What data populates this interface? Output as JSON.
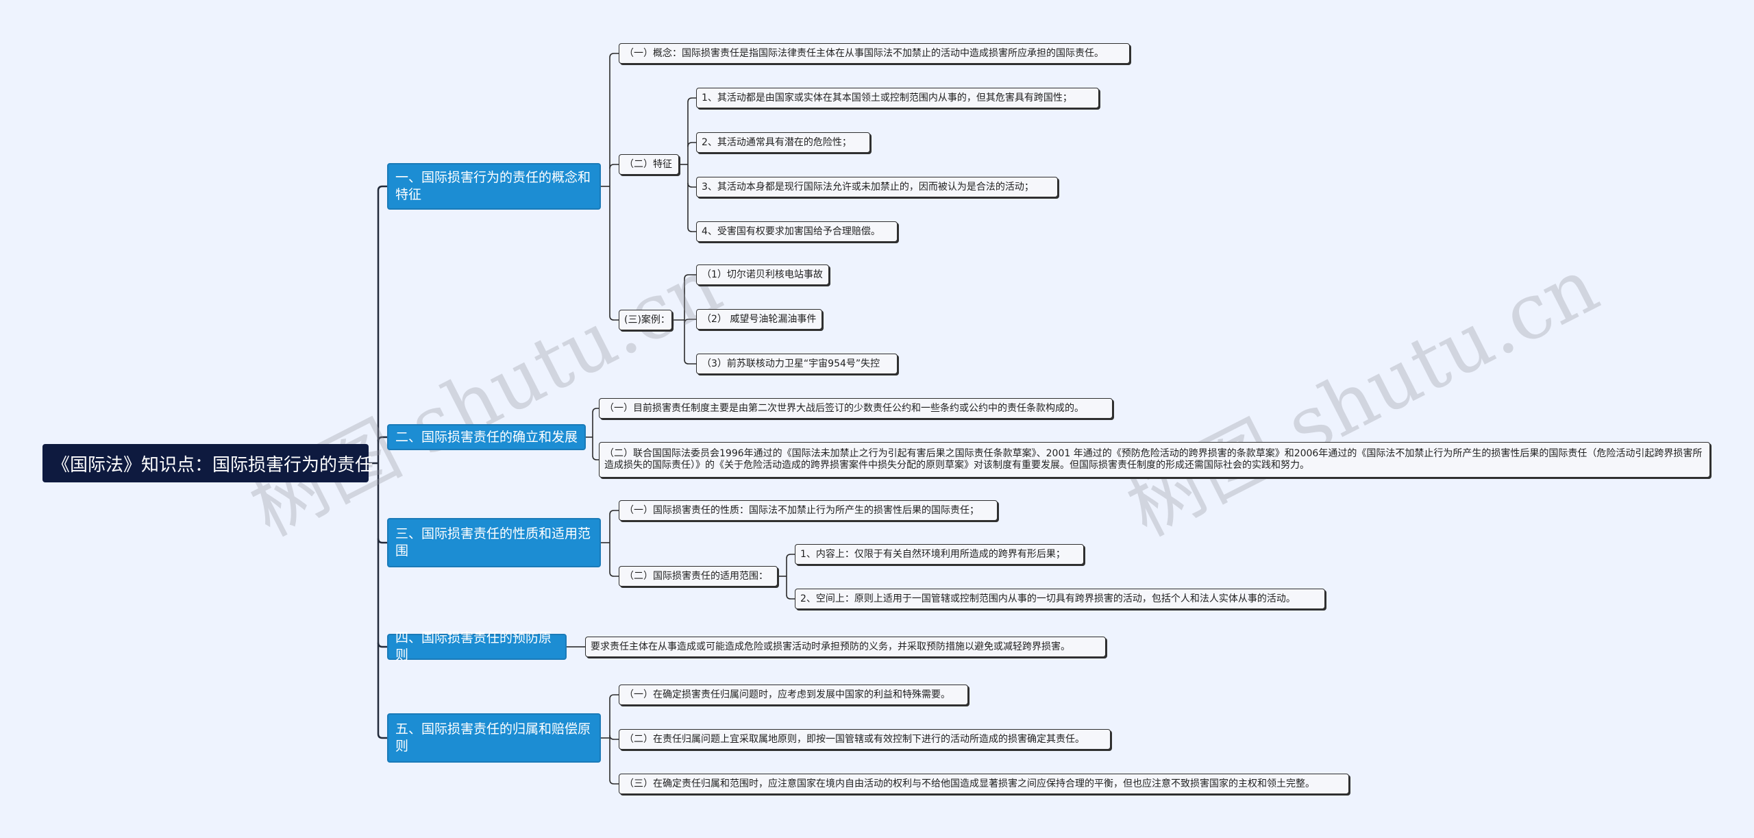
{
  "root": {
    "label": "《国际法》知识点：国际损害行为的责任"
  },
  "watermarks": [
    "树图 shutu.cn",
    "树图 shutu.cn"
  ],
  "branches": [
    {
      "label": "一、国际损害行为的责任的概念和特征",
      "children": [
        {
          "label": "（一）概念：国际损害责任是指国际法律责任主体在从事国际法不加禁止的活动中造成损害所应承担的国际责任。"
        },
        {
          "label": "（二）特征",
          "children": [
            {
              "label": "1、其活动都是由国家或实体在其本国领土或控制范围内从事的，但其危害具有跨国性；"
            },
            {
              "label": "2、其活动通常具有潜在的危险性；"
            },
            {
              "label": "3、其活动本身都是现行国际法允许或未加禁止的，因而被认为是合法的活动；"
            },
            {
              "label": "4、受害国有权要求加害国给予合理赔偿。"
            }
          ]
        },
        {
          "label": "(三)案例：",
          "children": [
            {
              "label": "（1）切尔诺贝利核电站事故"
            },
            {
              "label": "（2） 威望号油轮漏油事件"
            },
            {
              "label": "（3）前苏联核动力卫星“宇宙954号”失控"
            }
          ]
        }
      ]
    },
    {
      "label": "二、国际损害责任的确立和发展",
      "children": [
        {
          "label": "（一）目前损害责任制度主要是由第二次世界大战后签订的少数责任公约和一些条约或公约中的责任条款构成的。"
        },
        {
          "label": "（二）联合国国际法委员会1996年通过的《国际法未加禁止之行为引起有害后果之国际责任条款草案》、2001 年通过的《预防危险活动的跨界损害的条款草案》和2006年通过的《国际法不加禁止行为所产生的损害性后果的国际责任（危险活动引起跨界损害所造成损失的国际责任）》的《关于危险活动造成的跨界损害案件中损失分配的原则草案》对该制度有重要发展。但国际损害责任制度的形成还需国际社会的实践和努力。"
        }
      ]
    },
    {
      "label": "三、国际损害责任的性质和适用范围",
      "children": [
        {
          "label": "（一）国际损害责任的性质：国际法不加禁止行为所产生的损害性后果的国际责任；"
        },
        {
          "label": "（二）国际损害责任的适用范围：",
          "children": [
            {
              "label": "1、内容上：仅限于有关自然环境利用所造成的跨界有形后果；"
            },
            {
              "label": "2、空间上：原则上适用于一国管辖或控制范围内从事的一切具有跨界损害的活动，包括个人和法人实体从事的活动。"
            }
          ]
        }
      ]
    },
    {
      "label": "四、国际损害责任的预防原则",
      "children": [
        {
          "label": "要求责任主体在从事造成或可能造成危险或损害活动时承担预防的义务，并采取预防措施以避免或减轻跨界损害。"
        }
      ]
    },
    {
      "label": "五、国际损害责任的归属和赔偿原则",
      "children": [
        {
          "label": "（一）在确定损害责任归属问题时，应考虑到发展中国家的利益和特殊需要。"
        },
        {
          "label": "（二）在责任归属问题上宜采取属地原则，即按一国管辖或有效控制下进行的活动所造成的损害确定其责任。"
        },
        {
          "label": "（三）在确定责任归属和范围时，应注意国家在境内自由活动的权利与不给他国造成显著损害之间应保持合理的平衡，但也应注意不致损害国家的主权和领土完整。"
        }
      ]
    }
  ]
}
